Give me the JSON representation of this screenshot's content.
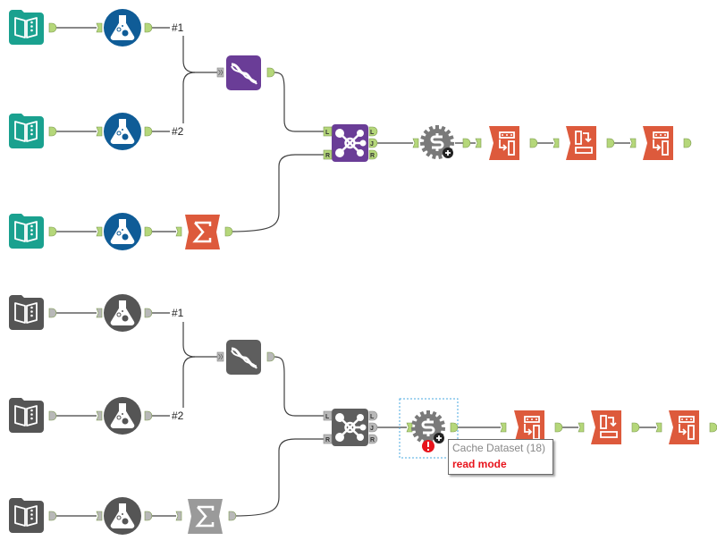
{
  "colors": {
    "input_teal": "#1aa18f",
    "prep_blue": "#0f5c97",
    "join_purple": "#6a3d97",
    "transform_orange": "#dd5a3c",
    "gear_gray": "#7a7a7a",
    "anchor_green": "#b5d77a",
    "anchor_gray": "#b8b8b8",
    "disabled_dark": "#555555",
    "disabled_sigma": "#9a9a9a",
    "wire": "#404040",
    "selection": "#4aa8e0",
    "error_red": "#e8141c"
  },
  "workflows": [
    {
      "name": "enabled",
      "labels": {
        "union_in_1": "#1",
        "union_in_2": "#2"
      },
      "join_anchors": {
        "in_left": "L",
        "in_right": "R",
        "out_left": "L",
        "out_join": "J",
        "out_right": "R"
      },
      "tools": [
        "Input Data",
        "Formula",
        "Input Data",
        "Formula",
        "Input Data",
        "Formula",
        "Summarize",
        "Union",
        "Join",
        "Cache Dataset",
        "Transpose",
        "Cross Tab",
        "Transpose"
      ]
    },
    {
      "name": "disabled",
      "labels": {
        "union_in_1": "#1",
        "union_in_2": "#2"
      },
      "join_anchors": {
        "in_left": "L",
        "in_right": "R",
        "out_left": "L",
        "out_join": "J",
        "out_right": "R"
      },
      "tools": [
        "Input Data",
        "Formula",
        "Input Data",
        "Formula",
        "Input Data",
        "Formula",
        "Summarize",
        "Union",
        "Join",
        "Cache Dataset",
        "Transpose",
        "Cross Tab",
        "Transpose"
      ]
    }
  ],
  "tooltip": {
    "title": "Cache Dataset (18)",
    "status": "read mode"
  }
}
